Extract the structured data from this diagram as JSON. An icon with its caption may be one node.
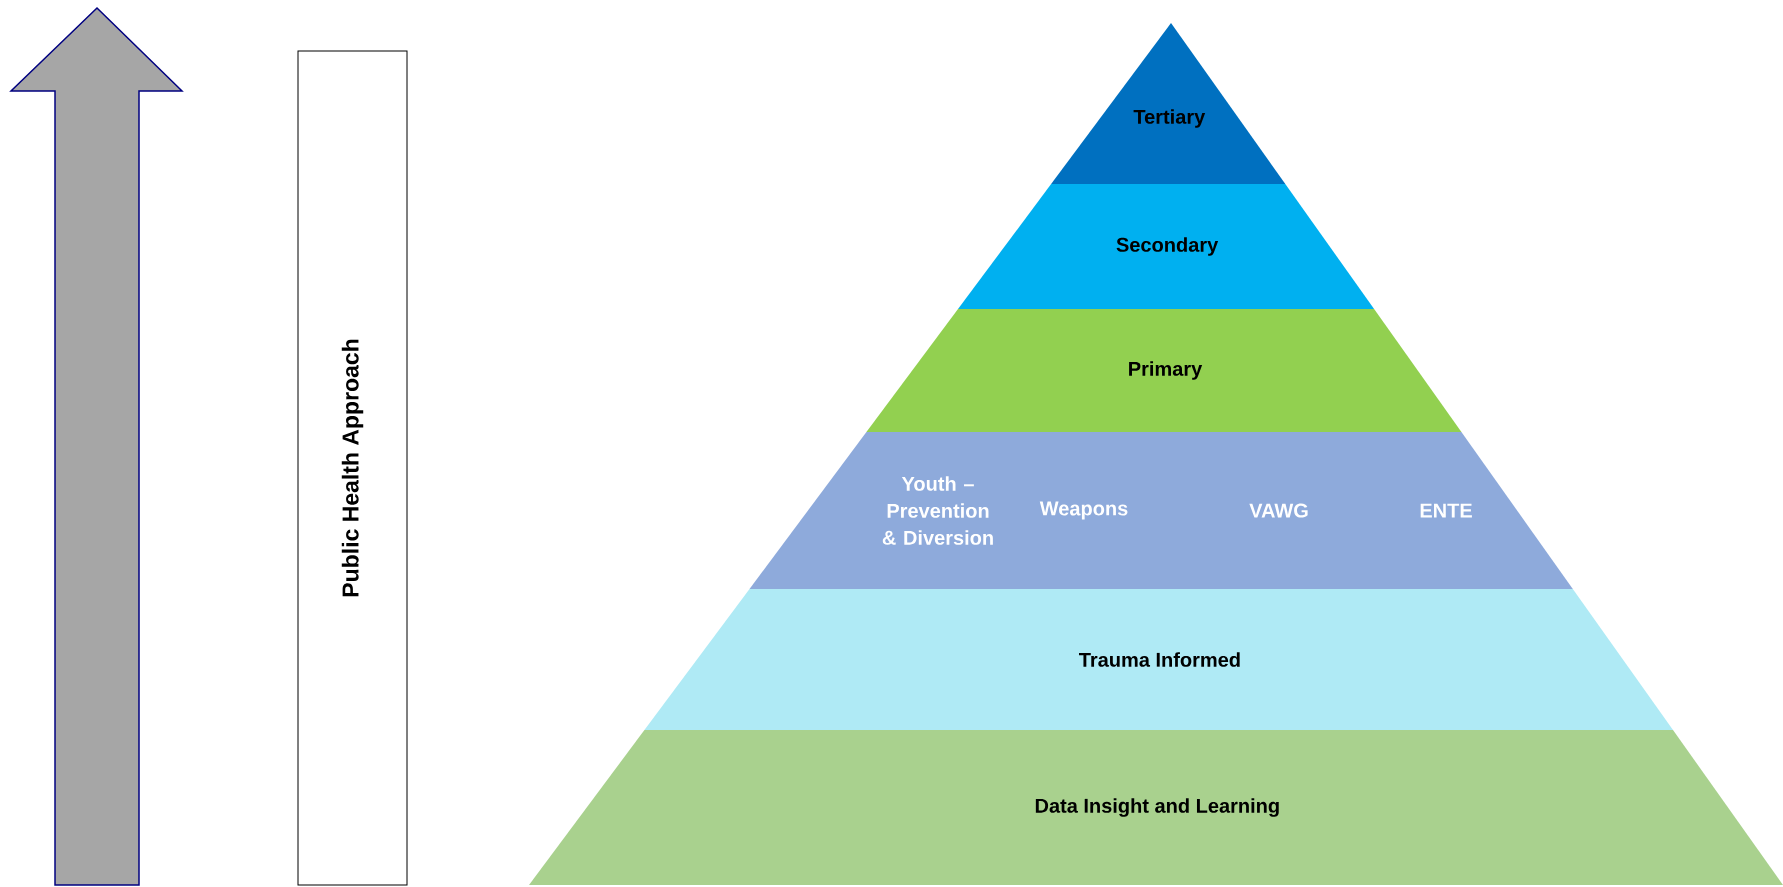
{
  "diagram": {
    "nodes": [
      {
        "text": [
          "Public Health Approach"
        ]
      },
      {
        "text": [
          "Tertiary"
        ]
      },
      {
        "text": [
          "Secondary"
        ]
      },
      {
        "text": [
          "Primary"
        ]
      },
      {
        "text": [
          "Youth – Prevention & Diversion",
          "Weapons",
          "VAWG",
          "ENTE"
        ]
      },
      {
        "text": [
          "Trauma Informed"
        ]
      },
      {
        "text": [
          "Data Insight and Learning"
        ]
      }
    ]
  }
}
